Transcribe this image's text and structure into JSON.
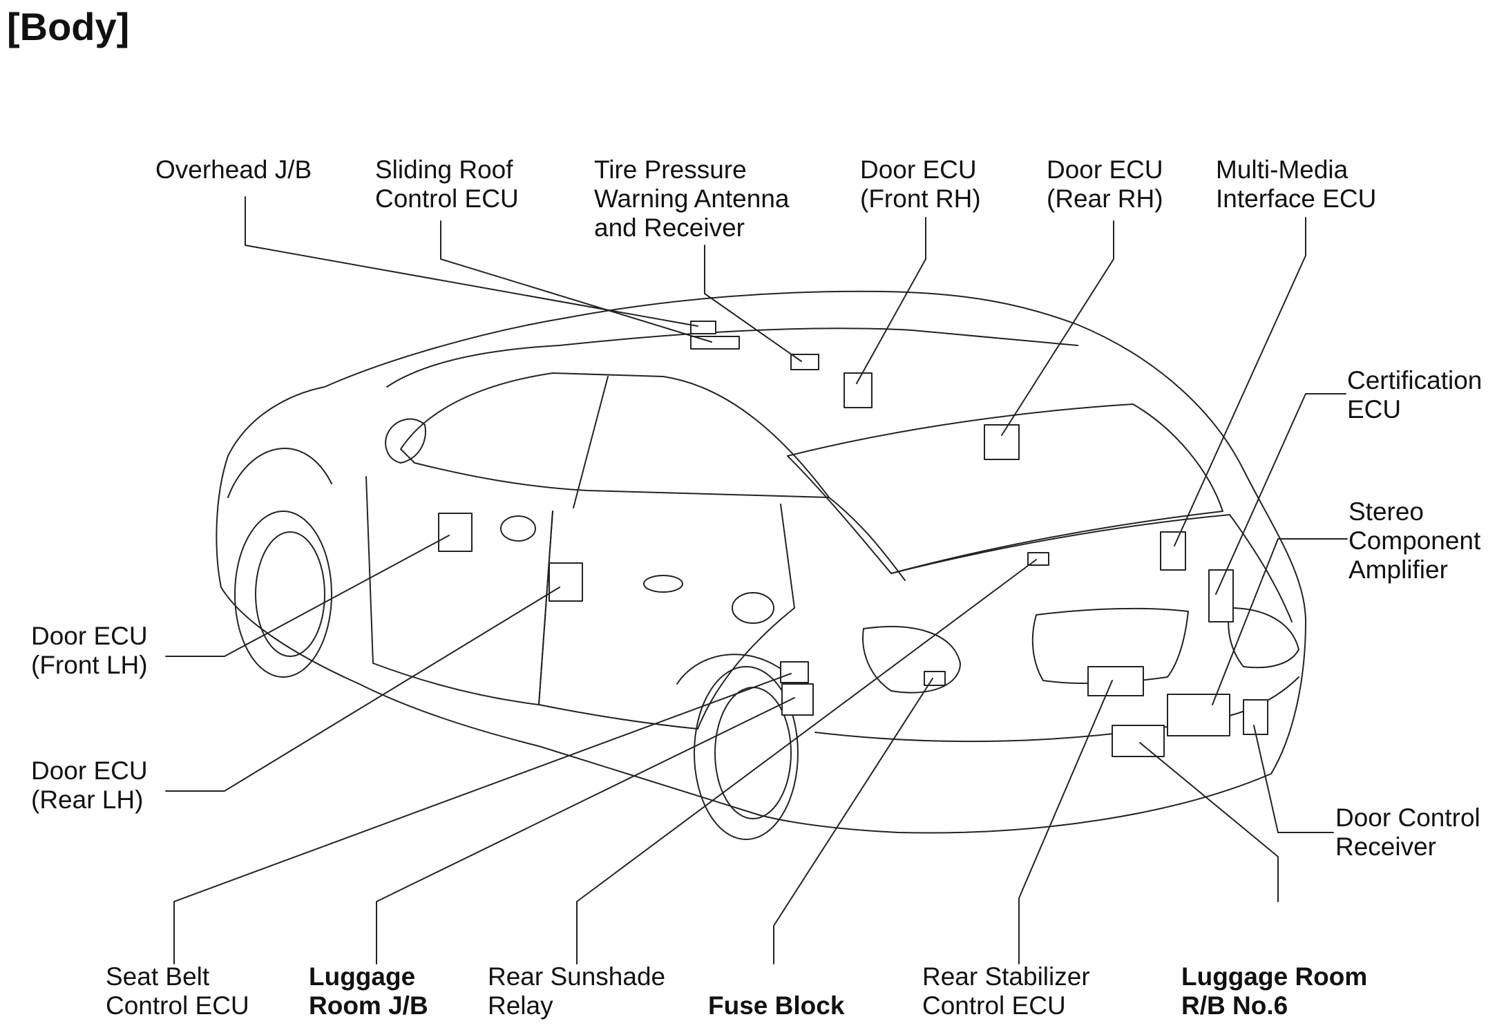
{
  "title": "[Body]",
  "labels": {
    "overhead_jb": [
      "Overhead J/B"
    ],
    "sliding_roof": [
      "Sliding Roof",
      "Control ECU"
    ],
    "tire_pressure": [
      "Tire Pressure",
      "Warning Antenna",
      "and Receiver"
    ],
    "door_ecu_front_rh": [
      "Door ECU",
      "(Front RH)"
    ],
    "door_ecu_rear_rh": [
      "Door ECU",
      "(Rear RH)"
    ],
    "multimedia": [
      "Multi-Media",
      "Interface ECU"
    ],
    "certification": [
      "Certification",
      "ECU"
    ],
    "stereo": [
      "Stereo",
      "Component",
      "Amplifier"
    ],
    "door_ecu_front_lh": [
      "Door ECU",
      "(Front LH)"
    ],
    "door_ecu_rear_lh": [
      "Door ECU",
      "(Rear LH)"
    ],
    "door_control_receiver": [
      "Door Control",
      "Receiver"
    ],
    "seat_belt": [
      "Seat Belt",
      "Control ECU"
    ],
    "luggage_jb": [
      "Luggage",
      "Room J/B"
    ],
    "rear_sunshade": [
      "Rear Sunshade",
      "Relay"
    ],
    "fuse_block": [
      "Fuse Block"
    ],
    "rear_stabilizer": [
      "Rear Stabilizer",
      "Control ECU"
    ],
    "luggage_rb": [
      "Luggage Room",
      "R/B No.6"
    ]
  }
}
